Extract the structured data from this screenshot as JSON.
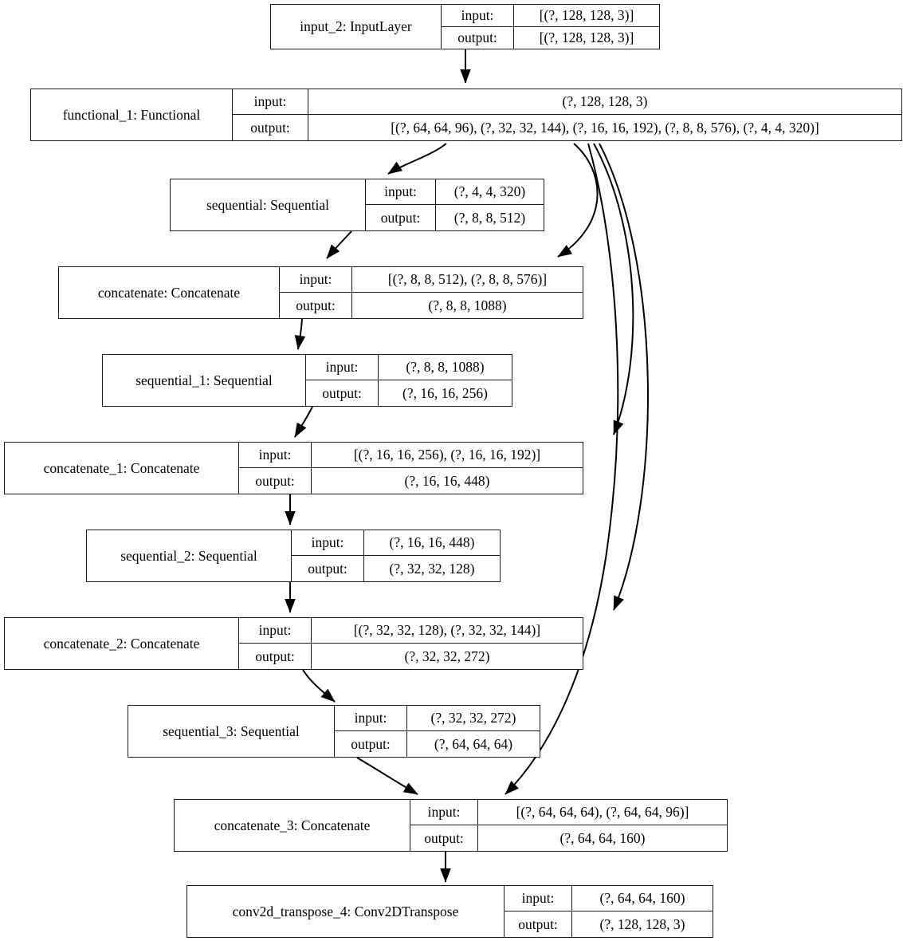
{
  "diagram": {
    "title": "Keras model architecture graph",
    "type": "model-plot",
    "background_color": "#ffffff",
    "line_color": "#1a1a1a",
    "text_color": "#000000",
    "io_labels": {
      "input": "input:",
      "output": "output:"
    },
    "nodes": [
      {
        "id": "input_2",
        "name": "input_2: InputLayer",
        "input": "[(?, 128, 128, 3)]",
        "output": "[(?, 128, 128, 3)]"
      },
      {
        "id": "functional_1",
        "name": "functional_1: Functional",
        "input": "(?, 128, 128, 3)",
        "output": "[(?, 64, 64, 96), (?, 32, 32, 144), (?, 16, 16, 192), (?, 8, 8, 576), (?, 4, 4, 320)]"
      },
      {
        "id": "sequential",
        "name": "sequential: Sequential",
        "input": "(?, 4, 4, 320)",
        "output": "(?, 8, 8, 512)"
      },
      {
        "id": "concatenate",
        "name": "concatenate: Concatenate",
        "input": "[(?, 8, 8, 512), (?, 8, 8, 576)]",
        "output": "(?, 8, 8, 1088)"
      },
      {
        "id": "sequential_1",
        "name": "sequential_1: Sequential",
        "input": "(?, 8, 8, 1088)",
        "output": "(?, 16, 16, 256)"
      },
      {
        "id": "concatenate_1",
        "name": "concatenate_1: Concatenate",
        "input": "[(?, 16, 16, 256), (?, 16, 16, 192)]",
        "output": "(?, 16, 16, 448)"
      },
      {
        "id": "sequential_2",
        "name": "sequential_2: Sequential",
        "input": "(?, 16, 16, 448)",
        "output": "(?, 32, 32, 128)"
      },
      {
        "id": "concatenate_2",
        "name": "concatenate_2: Concatenate",
        "input": "[(?, 32, 32, 128), (?, 32, 32, 144)]",
        "output": "(?, 32, 32, 272)"
      },
      {
        "id": "sequential_3",
        "name": "sequential_3: Sequential",
        "input": "(?, 32, 32, 272)",
        "output": "(?, 64, 64, 64)"
      },
      {
        "id": "concatenate_3",
        "name": "concatenate_3: Concatenate",
        "input": "[(?, 64, 64, 64), (?, 64, 64, 96)]",
        "output": "(?, 64, 64, 160)"
      },
      {
        "id": "conv2d_transpose_4",
        "name": "conv2d_transpose_4: Conv2DTranspose",
        "input": "(?, 64, 64, 160)",
        "output": "(?, 128, 128, 3)"
      }
    ],
    "edges": [
      {
        "from": "input_2",
        "to": "functional_1"
      },
      {
        "from": "functional_1",
        "to": "sequential"
      },
      {
        "from": "functional_1",
        "to": "concatenate"
      },
      {
        "from": "sequential",
        "to": "concatenate"
      },
      {
        "from": "concatenate",
        "to": "sequential_1"
      },
      {
        "from": "sequential_1",
        "to": "concatenate_1"
      },
      {
        "from": "functional_1",
        "to": "concatenate_1"
      },
      {
        "from": "concatenate_1",
        "to": "sequential_2"
      },
      {
        "from": "sequential_2",
        "to": "concatenate_2"
      },
      {
        "from": "functional_1",
        "to": "concatenate_2"
      },
      {
        "from": "concatenate_2",
        "to": "sequential_3"
      },
      {
        "from": "sequential_3",
        "to": "concatenate_3"
      },
      {
        "from": "functional_1",
        "to": "concatenate_3"
      },
      {
        "from": "concatenate_3",
        "to": "conv2d_transpose_4"
      }
    ]
  }
}
